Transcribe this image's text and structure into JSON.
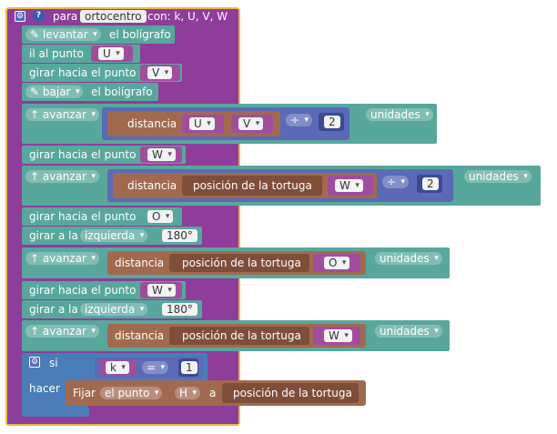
{
  "header": {
    "gear_icon": "⚙",
    "help_icon": "?",
    "para": "para",
    "proc_name": "ortocentro",
    "params": "con: k, U, V, W"
  },
  "blocks": {
    "pen_up": {
      "action": "levantar",
      "suffix": "el bolígrafo",
      "icon": "pencil-icon"
    },
    "go_to": {
      "label": "il al punto",
      "point": "U"
    },
    "turn1": {
      "label": "girar hacia el punto",
      "point": "V"
    },
    "pen_down": {
      "action": "bajar",
      "suffix": "el bolígrafo",
      "icon": "pencil-down-icon"
    },
    "fwd1": {
      "dir": "avanzar",
      "distance": "distancia",
      "a": "U",
      "b": "V",
      "op": "÷",
      "num": "2",
      "units": "unidades"
    },
    "turn2": {
      "label": "girar hacia el punto",
      "point": "W"
    },
    "fwd2": {
      "dir": "avanzar",
      "distance": "distancia",
      "pos": "posición de la tortuga",
      "b": "W",
      "op": "÷",
      "num": "2",
      "units": "unidades"
    },
    "turn3": {
      "label": "girar hacia el punto",
      "point": "O"
    },
    "rot1": {
      "label": "girar a la",
      "side": "izquierda",
      "angle": "180°"
    },
    "fwd3": {
      "dir": "avanzar",
      "distance": "distancia",
      "pos": "posición de la tortuga",
      "b": "O",
      "units": "unidades"
    },
    "turn4": {
      "label": "girar hacia el punto",
      "point": "W"
    },
    "rot2": {
      "label": "girar a la",
      "side": "izquierda",
      "angle": "180°"
    },
    "fwd4": {
      "dir": "avanzar",
      "distance": "distancia",
      "pos": "posición de la tortuga",
      "b": "W",
      "units": "unidades"
    },
    "if": {
      "si": "si",
      "hacer": "hacer",
      "var": "k",
      "op": "=",
      "num": "1",
      "set": "Fijar",
      "target": "el punto",
      "point": "H",
      "to": "a",
      "pos": "posición de la tortuga"
    }
  },
  "colors": {
    "procedure": "#8e3d9a",
    "turtle": "#58a79c",
    "math": "#5a6ab7",
    "position": "#a16a4f",
    "point": "#a14d9d",
    "control": "#4a7db8",
    "frame_border": "#e9b84a"
  }
}
